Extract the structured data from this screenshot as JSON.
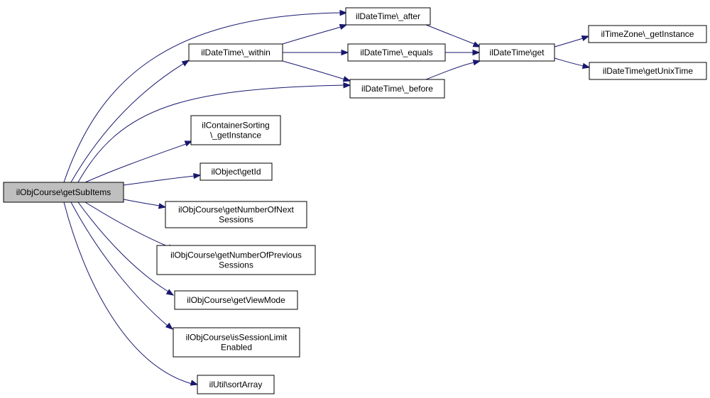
{
  "colors": {
    "node_fill": "#ffffff",
    "root_fill": "#bfbfbf",
    "node_border": "#000000",
    "edge": "#191970"
  },
  "nodes": [
    {
      "id": "root",
      "lines": [
        "ilObjCourse\\getSubItems"
      ],
      "root": true
    },
    {
      "id": "within",
      "lines": [
        "ilDateTime\\_within"
      ]
    },
    {
      "id": "after",
      "lines": [
        "ilDateTime\\_after"
      ]
    },
    {
      "id": "equals",
      "lines": [
        "ilDateTime\\_equals"
      ]
    },
    {
      "id": "before",
      "lines": [
        "ilDateTime\\_before"
      ]
    },
    {
      "id": "get",
      "lines": [
        "ilDateTime\\get"
      ]
    },
    {
      "id": "tz",
      "lines": [
        "ilTimeZone\\_getInstance"
      ]
    },
    {
      "id": "unix",
      "lines": [
        "ilDateTime\\getUnixTime"
      ]
    },
    {
      "id": "sorting",
      "lines": [
        "ilContainerSorting",
        "\\_getInstance"
      ]
    },
    {
      "id": "objid",
      "lines": [
        "ilObject\\getId"
      ]
    },
    {
      "id": "next",
      "lines": [
        "ilObjCourse\\getNumberOfNext",
        "Sessions"
      ]
    },
    {
      "id": "prev",
      "lines": [
        "ilObjCourse\\getNumberOfPrevious",
        "Sessions"
      ]
    },
    {
      "id": "view",
      "lines": [
        "ilObjCourse\\getViewMode"
      ]
    },
    {
      "id": "limit",
      "lines": [
        "ilObjCourse\\isSessionLimit",
        "Enabled"
      ]
    },
    {
      "id": "sort",
      "lines": [
        "ilUtil\\sortArray"
      ]
    }
  ],
  "edges": [
    [
      "root",
      "after"
    ],
    [
      "root",
      "within"
    ],
    [
      "root",
      "before"
    ],
    [
      "root",
      "sorting"
    ],
    [
      "root",
      "objid"
    ],
    [
      "root",
      "next"
    ],
    [
      "root",
      "prev"
    ],
    [
      "root",
      "view"
    ],
    [
      "root",
      "limit"
    ],
    [
      "root",
      "sort"
    ],
    [
      "within",
      "after"
    ],
    [
      "within",
      "equals"
    ],
    [
      "within",
      "before"
    ],
    [
      "after",
      "get"
    ],
    [
      "equals",
      "get"
    ],
    [
      "before",
      "get"
    ],
    [
      "get",
      "tz"
    ],
    [
      "get",
      "unix"
    ]
  ]
}
